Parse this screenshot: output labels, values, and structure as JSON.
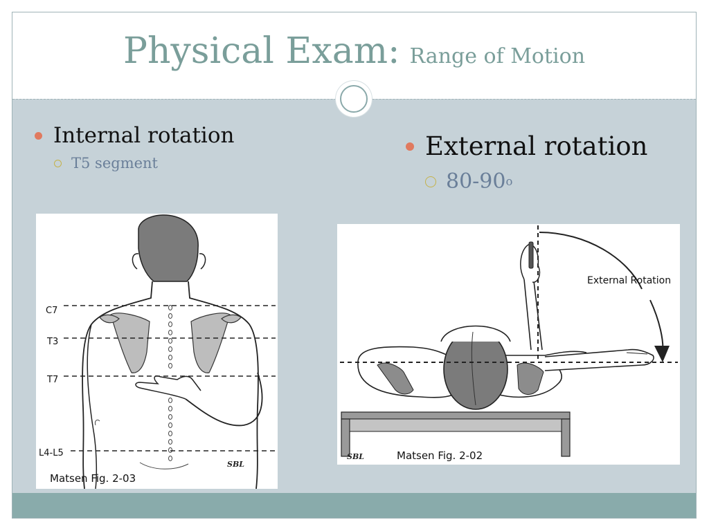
{
  "slide": {
    "title": "Physical Exam:",
    "subtitle": "Range of Motion"
  },
  "left_column": {
    "bullet": "Internal rotation",
    "sub_bullet": "T5 segment"
  },
  "right_column": {
    "bullet": "External rotation",
    "sub_bullet": "80-90",
    "sub_bullet_sup": "o"
  },
  "figure_left": {
    "levels": [
      "C7",
      "T3",
      "T7",
      "L4-L5"
    ],
    "caption": "Matsen Fig. 2-03",
    "signature": "SBL"
  },
  "figure_right": {
    "annotation": "External Rotation",
    "caption": "Matsen Fig. 2-02",
    "signature": "SBL"
  },
  "colors": {
    "title": "#7a9e9a",
    "body_background": "#c6d2d8",
    "footer": "#89abab",
    "bullet_dot": "#e07a5f",
    "sub_bullet_ring": "#c5b24a",
    "sub_bullet_text": "#6a7f99"
  }
}
